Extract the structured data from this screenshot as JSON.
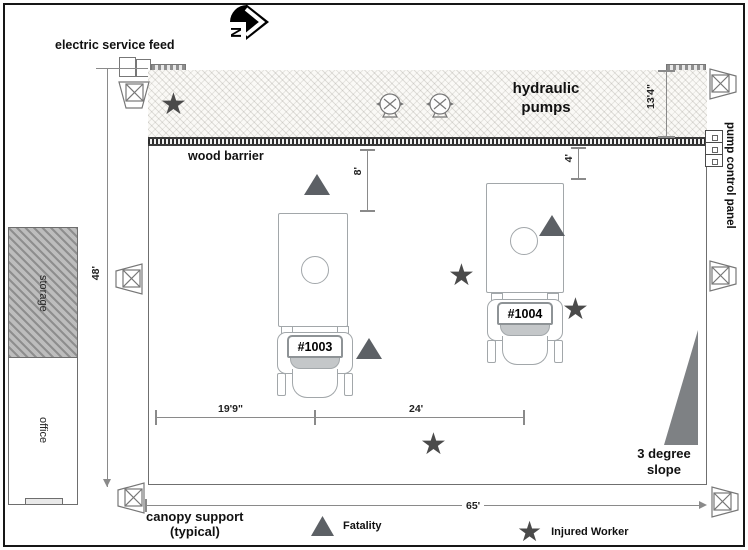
{
  "north": {
    "label": "N"
  },
  "site": {
    "electric_service_feed": "electric service feed",
    "hydraulic_pumps": "hydraulic pumps",
    "wood_barrier": "wood barrier",
    "pump_control_panel": "pump control panel",
    "storage": "storage",
    "office": "office",
    "slope": "3 degree slope",
    "canopy_support_line1": "canopy support",
    "canopy_support_line2": "(typical)"
  },
  "dimensions": {
    "yard_height": "48'",
    "pump_area_height": "13'4\"",
    "barrier_to_truck_1003": "8'",
    "barrier_to_truck_1004": "4'",
    "left_to_truck_1003": "19'9\"",
    "truck_1003_to_1004": "24'",
    "yard_width": "65'"
  },
  "trucks": [
    {
      "id": "#1003"
    },
    {
      "id": "#1004"
    }
  ],
  "legend": {
    "fatality": "Fatality",
    "injured_worker": "Injured Worker"
  }
}
